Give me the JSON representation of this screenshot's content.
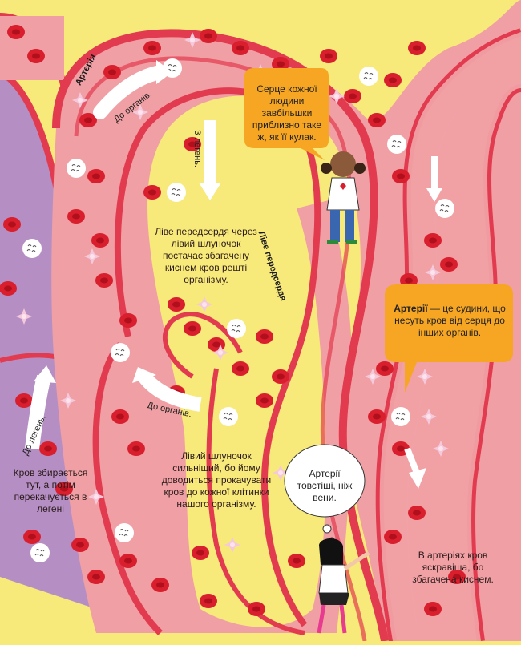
{
  "labels": {
    "artery": "Артерія",
    "left_atrium": "Ліве передсердя",
    "to_organs_1": "До органів.",
    "from_lungs": "З легень.",
    "to_organs_2": "До органів.",
    "to_lungs": "До легень."
  },
  "texts": {
    "atrium_note": "Ліве передсердя через лівий шлуночок постачає збагачену киснем кров решті організму.",
    "ventricle_note": "Лівий шлуночок сильніший, бо йому доводиться прокачувати кров до кожної клітинки нашого організму.",
    "collect_note": "Кров збирається тут, а потім перекачується в легені",
    "bright_note": "В артеріях кров яскравіша, бо збагачена киснем."
  },
  "bubbles": {
    "heart_size": "Серце кожної людини завбільшки приблизно таке ж, як її кулак.",
    "arteries_def_bold": "Артерії",
    "arteries_def_rest": " — це судини, що несуть кров від серця до інших органів.",
    "thicker": "Артерії товстіші, ніж вени."
  },
  "colors": {
    "background": "#f7e97a",
    "vessel_wall": "#e23a4f",
    "vessel_inner": "#f0a0a4",
    "vein_purple": "#b58fc4",
    "blood_cell": "#d91f2e",
    "orange_bubble": "#f6a623"
  }
}
